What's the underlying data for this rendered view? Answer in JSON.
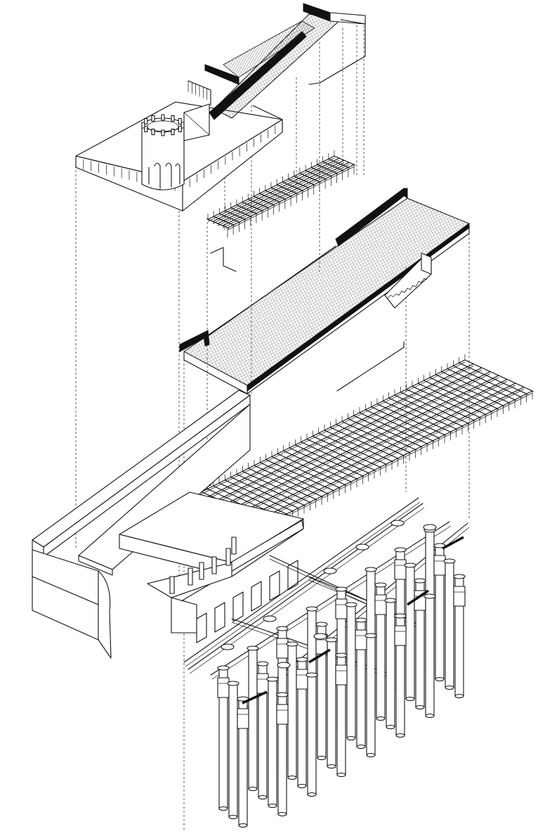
{
  "drawing": {
    "layers": [
      "rooftop-terrace",
      "roof-framing-upper",
      "deck-slab",
      "deck-framing",
      "pier-base",
      "pile-foundation"
    ],
    "ink_color": "#111111",
    "paper_color": "#ffffff"
  }
}
